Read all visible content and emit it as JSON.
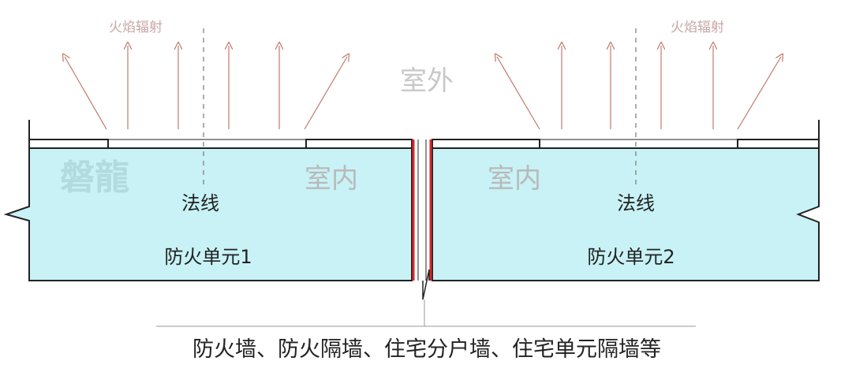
{
  "labels": {
    "flame_left": "火焰辐射",
    "flame_right": "火焰辐射",
    "outdoor": "室外",
    "indoor_left": "室内",
    "indoor_right": "室内",
    "normal_left": "法线",
    "normal_right": "法线",
    "unit_left": "防火单元1",
    "unit_right": "防火单元2",
    "watermark": "磐龍",
    "caption": "防火墙、防火隔墙、住宅分户墙、住宅单元隔墙等"
  },
  "colors": {
    "indoor_fill": "#c8f2f6",
    "outline": "#222222",
    "wall_red": "#d8282a",
    "arrow": "#c07a6a",
    "normal_dash": "#777777"
  }
}
